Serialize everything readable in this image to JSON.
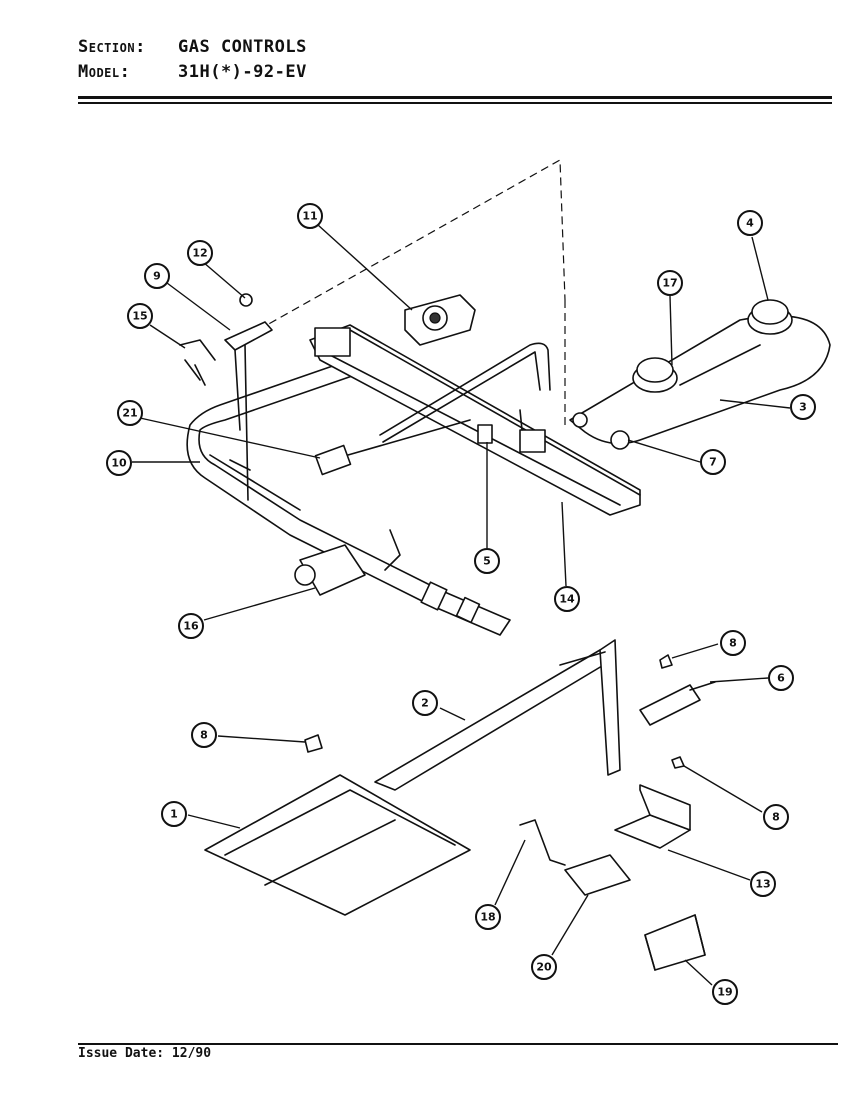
{
  "header": {
    "section_label": "Section:",
    "section_value": "GAS CONTROLS",
    "model_label": "Model:",
    "model_value": "31H(*)-92-EV"
  },
  "footer": {
    "issue_label": "Issue Date:",
    "issue_value": "12/90"
  },
  "callouts": [
    {
      "id": "c11",
      "label": "11"
    },
    {
      "id": "c12",
      "label": "12"
    },
    {
      "id": "c9a",
      "label": "9"
    },
    {
      "id": "c15",
      "label": "15"
    },
    {
      "id": "c21",
      "label": "21"
    },
    {
      "id": "c10",
      "label": "10"
    },
    {
      "id": "c16",
      "label": "16"
    },
    {
      "id": "c5",
      "label": "5"
    },
    {
      "id": "c14",
      "label": "14"
    },
    {
      "id": "c4",
      "label": "4"
    },
    {
      "id": "c17",
      "label": "17"
    },
    {
      "id": "c3",
      "label": "3"
    },
    {
      "id": "c7",
      "label": "7"
    },
    {
      "id": "c8a",
      "label": "8"
    },
    {
      "id": "c6",
      "label": "6"
    },
    {
      "id": "c2",
      "label": "2"
    },
    {
      "id": "c8b",
      "label": "8"
    },
    {
      "id": "c8c",
      "label": "8"
    },
    {
      "id": "c1",
      "label": "1"
    },
    {
      "id": "c13",
      "label": "13"
    },
    {
      "id": "c18",
      "label": "18"
    },
    {
      "id": "c20",
      "label": "20"
    },
    {
      "id": "c19",
      "label": "19"
    }
  ]
}
